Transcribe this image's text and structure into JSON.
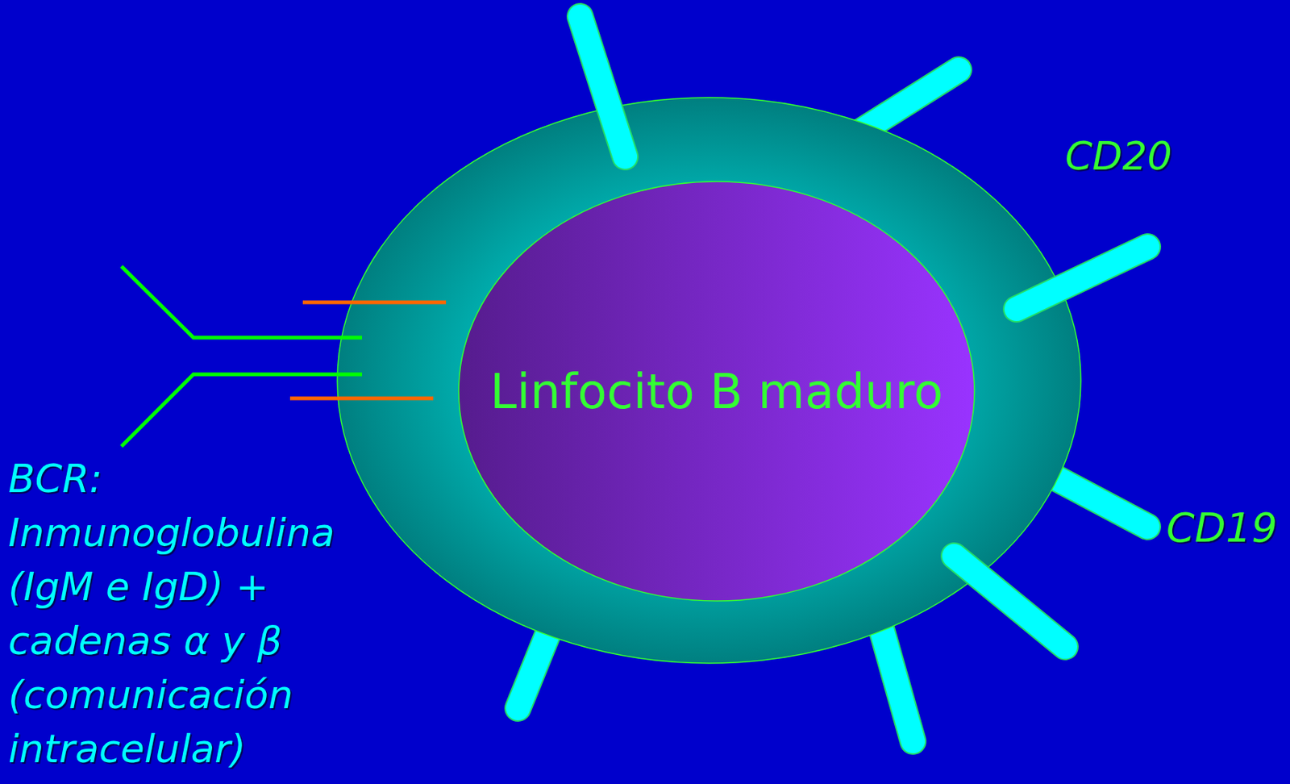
{
  "diagram": {
    "nodes": [
      {
        "text": [
          "Linfocito B maduro"
        ]
      }
    ],
    "labels": [
      "CD20",
      "CD19",
      "BCR: Inmunoglobulina (IgM e IgD) + cadenas α y β (comunicación intracelular)"
    ]
  }
}
